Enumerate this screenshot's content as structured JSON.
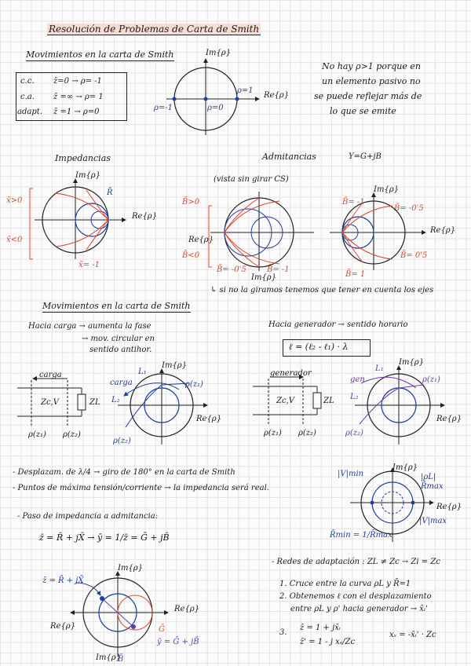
{
  "title": "Resolución de Problemas de Carta de Smith",
  "section1": {
    "heading": "Movimientos en la carta de Smith",
    "cases": [
      {
        "label": "c.c.",
        "expr": "z̄=0 → ρ= -1"
      },
      {
        "label": "c.a.",
        "expr": "z̄ =∞ → ρ= 1"
      },
      {
        "label": "adapt.",
        "expr": "z̄ =1 → ρ=0"
      }
    ],
    "axis_im": "Im{ρ}",
    "axis_re": "Re{ρ}",
    "pt_one": "ρ=1",
    "pt_minus": "ρ=-1",
    "pt_zero": "ρ=0",
    "note": [
      "No hay ρ>1 porque en",
      "un elemento pasivo no",
      "se puede reflejar más de",
      "lo que se emite"
    ]
  },
  "impedancias": {
    "heading": "Impedancias",
    "x_pos": "x̄>0",
    "x_neg": "x̄<0",
    "r_label": "R̄",
    "x_minus": "x̄= -1"
  },
  "admitancias": {
    "heading": "Admitancias",
    "formula": "Y=G+jB",
    "note": "(vista sin girar CS)",
    "b_pos": "B̄>0",
    "b_neg": "B̄<0",
    "b_05": "B̄= -0'5",
    "b_m1": "B̄= -1",
    "b_m1b": "B̄= -1",
    "b_m05": "B̄= -0'5",
    "b_05b": "B̄= 0'5",
    "b_1": "B̄= 1",
    "turn_note": "↳ si no la giramos tenemos que tener en cuenta los ejes"
  },
  "section2": {
    "heading": "Movimientos en la carta de Smith",
    "carga_title": "Hacia carga → aumenta la fase",
    "carga_sub1": "→ mov. circular en",
    "carga_sub2": "sentido antihor.",
    "gen_title": "Hacia generador → sentido horario",
    "formula": "ℓ = (ℓ₂ - ℓ₁) · λ",
    "carga": "carga",
    "generador": "generador",
    "zcv": "Zc,V",
    "zl": "ZL",
    "p1": "ρ(z₁)",
    "p2": "ρ(z₂)",
    "l1": "L₁",
    "l2": "L₂",
    "gen_label": "gen.",
    "carga_label": "carga"
  },
  "notes": {
    "n1": "- Desplazam. de λ/4 → giro de 180° en la carta de Smith",
    "n2": "- Puntos de máxima tensión/corriente → la impedancia será real.",
    "n3": "- Paso de impedancia a admitancia:",
    "conv": "z̄ = R̄ + jX̄ → ȳ = 1/z̄ = Ḡ + jB̄",
    "vmin": "|V|min",
    "vmax": "|V|max",
    "rmax": "R̄max",
    "rmin": "R̄min = 1/R̄max",
    "rho_l": "|ρL|"
  },
  "adaptacion": {
    "title": "- Redes de adaptación : ZL ≠ Zc → Zi = Zc",
    "s1": "1. Cruce entre la curva ρL y R̄=1",
    "s2": "2. Obtenemos ℓ con el desplazamiento",
    "s2b": "entre ρL y ρ' hacia generador → x̄ᵢ'",
    "s3": "3.",
    "eq1": "z̄ = 1 + jx̄ᵢ",
    "eq2": "z̄' = 1 - j xₛ/Zc",
    "eq3": "xₛ = -x̄ᵢ' · Zc"
  },
  "bottom": {
    "z_label": "z̄ = R̄ + jX̄",
    "y_label": "ȳ = Ḡ + jB̄",
    "g_label": "Ḡ",
    "b_label": "B̄",
    "im_neg": "Im{ρ}"
  }
}
